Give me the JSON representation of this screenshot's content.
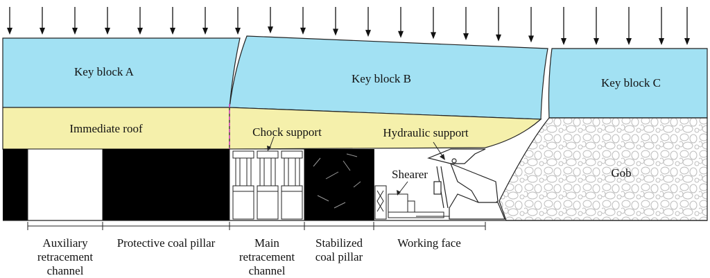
{
  "colors": {
    "key_block": "#a2e1f3",
    "immediate_roof": "#f5f0ab",
    "coal": "#000000",
    "outline": "#222222",
    "dashed_boundary": "#e040c8"
  },
  "blocks": {
    "a": "Key block A",
    "b": "Key block B",
    "c": "Key block C"
  },
  "roof_label": "Immediate roof",
  "equipment": {
    "chock_support": "Chock support",
    "hydraulic_support": "Hydraulic support",
    "shearer": "Shearer"
  },
  "gob_label": "Gob",
  "zones": {
    "auxiliary_channel": [
      "Auxiliary",
      "retracement",
      "channel"
    ],
    "protective_pillar": "Protective coal pillar",
    "main_channel": [
      "Main",
      "retracement",
      "channel"
    ],
    "stabilized_pillar": [
      "Stabilized",
      "coal pillar"
    ],
    "working_face": "Working face"
  },
  "icons": {
    "load_arrows": "down-arrow-icon",
    "gob_rubble": "rubble-pattern"
  }
}
